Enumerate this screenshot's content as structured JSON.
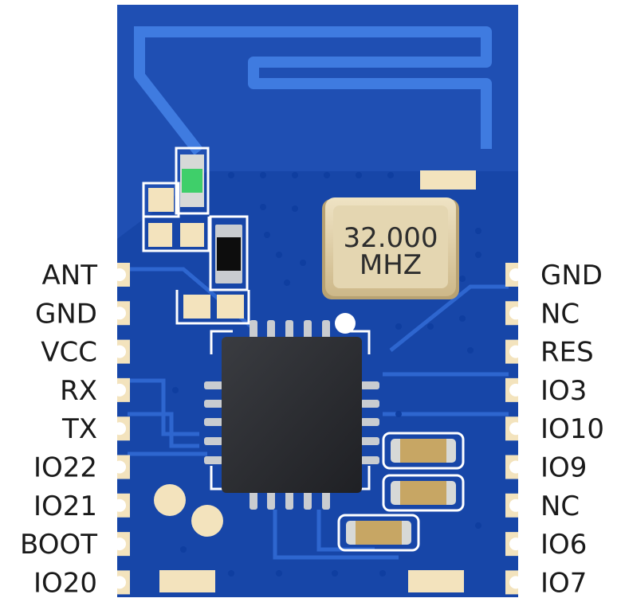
{
  "module": {
    "left_pins": [
      "ANT",
      "GND",
      "VCC",
      "RX",
      "TX",
      "IO22",
      "IO21",
      "BOOT",
      "IO20"
    ],
    "right_pins": [
      "GND",
      "NC",
      "RES",
      "IO3",
      "IO10",
      "IO9",
      "NC",
      "IO6",
      "IO7"
    ],
    "crystal": {
      "line1": "32.000",
      "line2": "MHZ"
    },
    "colors": {
      "board": "#1f4fb3",
      "board_dark": "#0e3b9e",
      "trace": "#3f7be0",
      "pad": "#f3e3bd",
      "chip": "#2b2d31",
      "crystal_body": "#d8c49a",
      "led": "#3fcf6a",
      "silkscreen": "#ffffff"
    }
  }
}
